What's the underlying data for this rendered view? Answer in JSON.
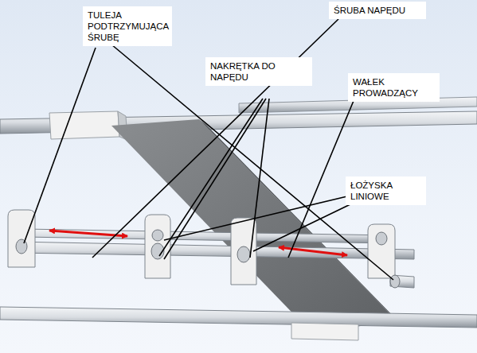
{
  "diagram": {
    "nodes": [
      {
        "text": [
          "TULEJA PODTRZYMUJĄCA ŚRUBĘ"
        ]
      },
      {
        "text": [
          "ŚRUBA NAPĘDU"
        ]
      },
      {
        "text": [
          "NAKRĘTKA DO NAPĘDU"
        ]
      },
      {
        "text": [
          "WAŁEK PROWADZĄCY"
        ]
      },
      {
        "text": [
          "ŁOŻYSKA LINIOWE"
        ]
      }
    ]
  }
}
